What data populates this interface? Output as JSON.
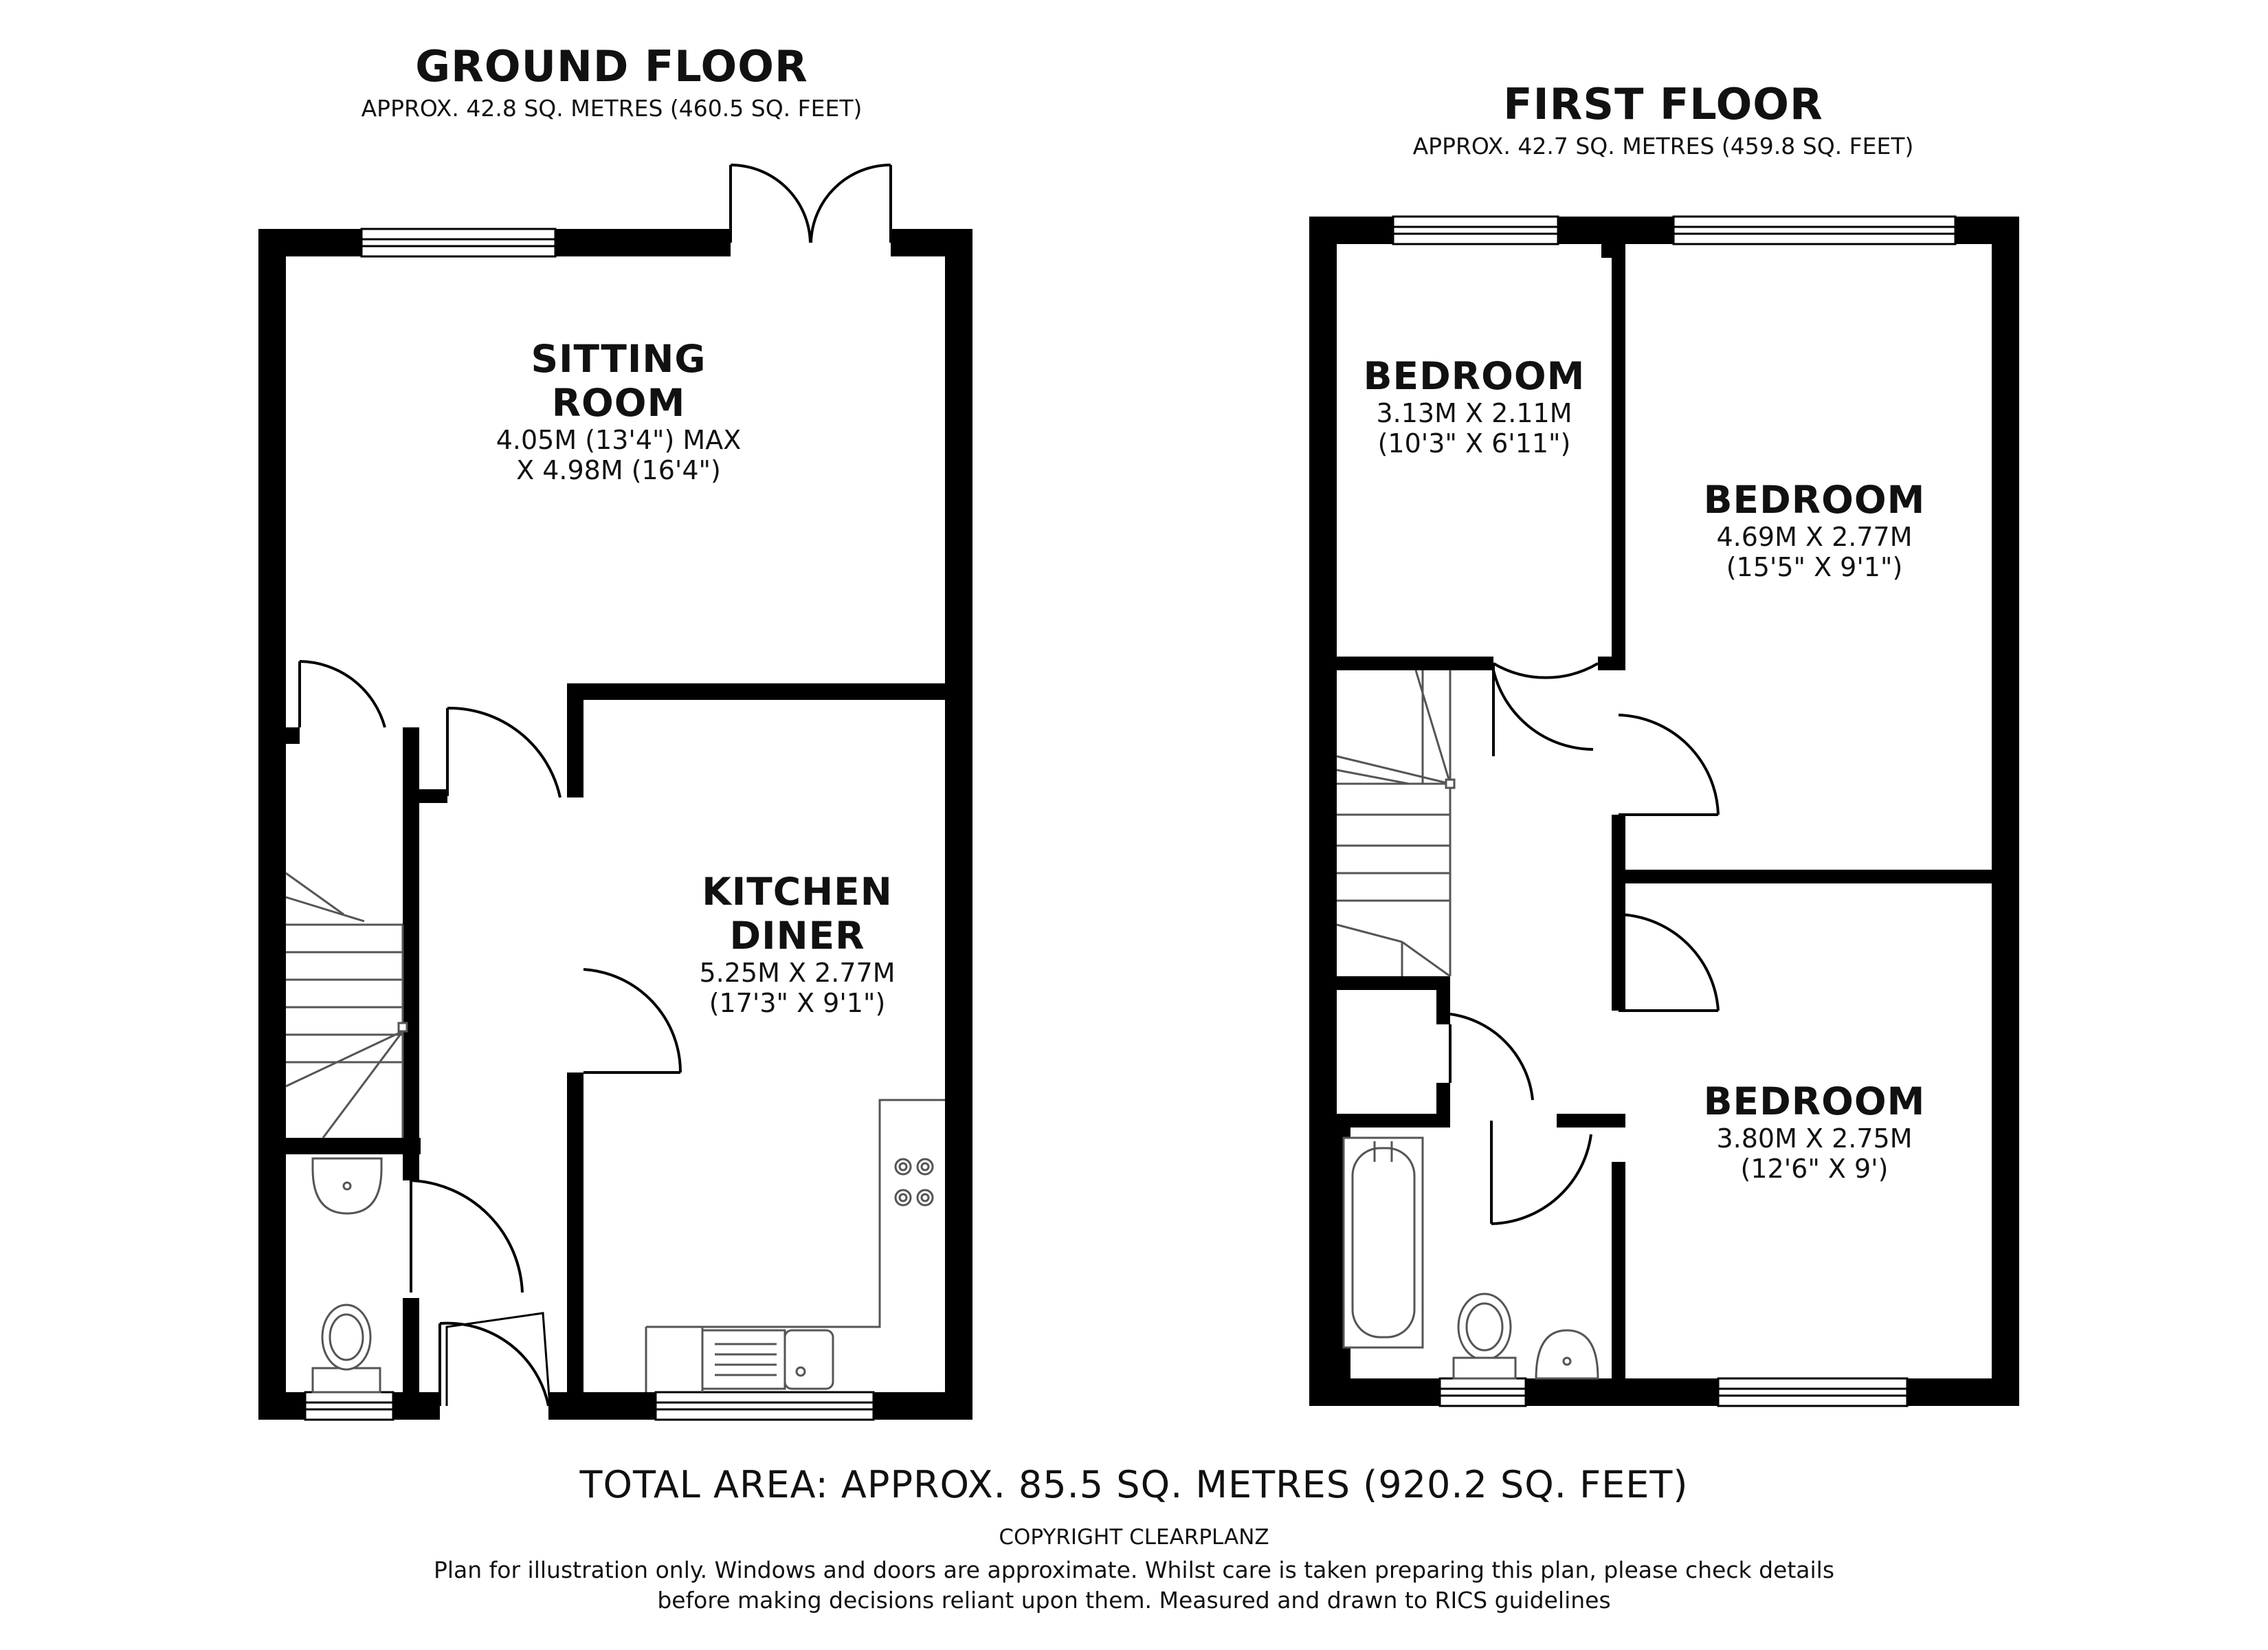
{
  "ground_floor": {
    "title": "GROUND FLOOR",
    "area": "APPROX. 42.8 SQ. METRES (460.5 SQ. FEET)",
    "rooms": {
      "sitting": {
        "name_1": "SITTING",
        "name_2": "ROOM",
        "dim_1": "4.05M (13'4\") MAX",
        "dim_2": "X 4.98M (16'4\")"
      },
      "kitchen": {
        "name_1": "KITCHEN",
        "name_2": "DINER",
        "dim_1": "5.25M X 2.77M",
        "dim_2": "(17'3\" X 9'1\")"
      }
    }
  },
  "first_floor": {
    "title": "FIRST FLOOR",
    "area": "APPROX. 42.7 SQ. METRES (459.8 SQ. FEET)",
    "rooms": {
      "bedroom_small": {
        "name": "BEDROOM",
        "dim_1": "3.13M X 2.11M",
        "dim_2": "(10'3\" X 6'11\")"
      },
      "bedroom_main": {
        "name": "BEDROOM",
        "dim_1": "4.69M X 2.77M",
        "dim_2": "(15'5\" X 9'1\")"
      },
      "bedroom_third": {
        "name": "BEDROOM",
        "dim_1": "3.80M X 2.75M",
        "dim_2": "(12'6\" X 9')"
      }
    }
  },
  "footer": {
    "total": "TOTAL AREA: APPROX. 85.5 SQ. METRES (920.2 SQ. FEET)",
    "copyright": "COPYRIGHT CLEARPLANZ",
    "disclaimer_1": "Plan for illustration only. Windows and doors are approximate. Whilst care is taken preparing this plan, please check details",
    "disclaimer_2": "before making decisions reliant upon them. Measured and drawn to RICS guidelines"
  },
  "colors": {
    "wall": "#000000",
    "fixture": "#555555",
    "background": "#ffffff"
  }
}
